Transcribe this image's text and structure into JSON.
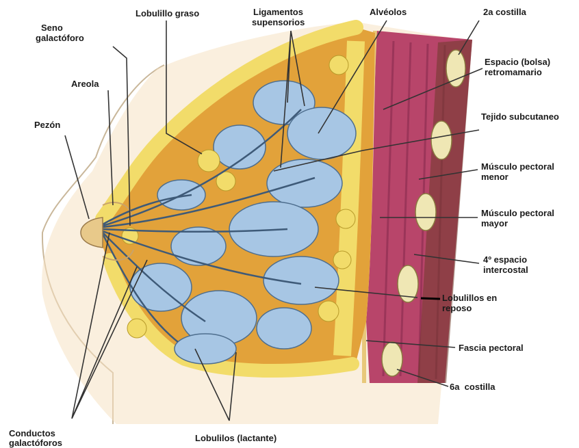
{
  "labels": {
    "lobulillo_graso": "Lobulillo graso",
    "ligamentos_l1": "Ligamentos",
    "ligamentos_l2": "supensorios",
    "alveolos": "Alvéolos",
    "costilla_2": "2a costilla",
    "seno_l1": "Seno",
    "seno_l2": "galactóforo",
    "espacio_l1": "Espacio (bolsa)",
    "espacio_l2": "retromamario",
    "areola": "Areola",
    "pezon": "Pezón",
    "tejido": "Tejido subcutaneo",
    "menor_l1": "Músculo pectoral",
    "menor_l2": "menor",
    "mayor_l1": "Músculo pectoral",
    "mayor_l2": "mayor",
    "espacio4_l1": "4º espacio",
    "espacio4_l2": "intercostal",
    "reposo_l1": "Lobulillos en",
    "reposo_l2": "reposo",
    "fascia": "Fascia pectoral",
    "costilla_6": "6a  costilla",
    "conductos_l1": "Conductos",
    "conductos_l2": "galactóforos",
    "lactante": "Lobulilos (lactante)"
  },
  "colors": {
    "skin": "#f6e2c2",
    "fat": "#f2dc6a",
    "stroma": "#e2a23a",
    "lobule": "#a7c6e4",
    "muscle": "#b8456a",
    "rib": "#efe7b4",
    "line": "#2a2a2a"
  }
}
